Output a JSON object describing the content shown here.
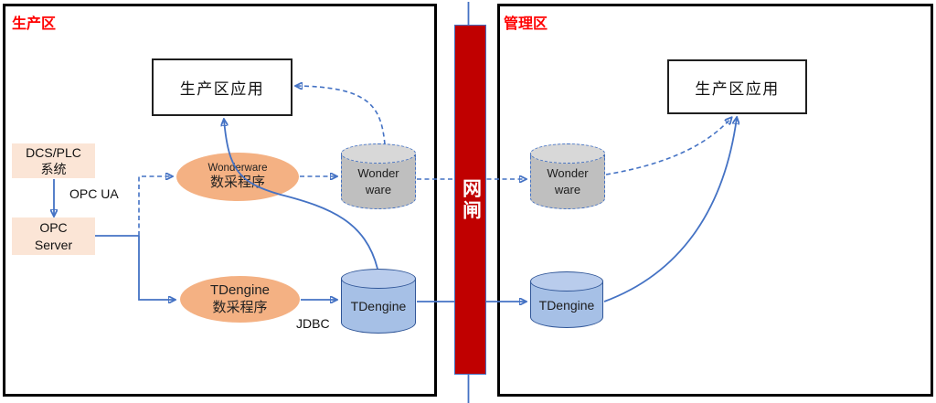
{
  "colors": {
    "accent": "#4472C4",
    "zone_label_red": "#FF0000",
    "gate_red": "#C00000",
    "gate_text": "#FFFFFF",
    "ellipse_orange": "#F4B183",
    "peach_fill": "#FBE5D6",
    "gray_cyl_body": "#BFBFBF",
    "gray_cyl_top": "#D8D8D8",
    "blue_cyl_body": "#A6C0E6",
    "blue_cyl_top": "#B9CCEC",
    "blue_cyl_border": "#2F5597"
  },
  "zones": {
    "production": {
      "label": "生产区"
    },
    "management": {
      "label": "管理区"
    }
  },
  "gate": {
    "label": "网闸"
  },
  "production": {
    "app_box": "生产区应用",
    "dcs_box": {
      "line1": "DCS/PLC",
      "line2": "系统"
    },
    "opc_box": {
      "line1": "OPC",
      "line2": "Server"
    },
    "opc_ua_label": "OPC UA",
    "jdbc_label": "JDBC",
    "wonderware_collector": {
      "line1": "Wonderware",
      "line2": "数采程序"
    },
    "tdengine_collector": {
      "line1": "TDengine",
      "line2": "数采程序"
    },
    "wonderware_db": {
      "line1": "Wonder",
      "line2": "ware"
    },
    "tdengine_db": "TDengine"
  },
  "management": {
    "app_box": "生产区应用",
    "wonderware_db": {
      "line1": "Wonder",
      "line2": "ware"
    },
    "tdengine_db": "TDengine"
  }
}
